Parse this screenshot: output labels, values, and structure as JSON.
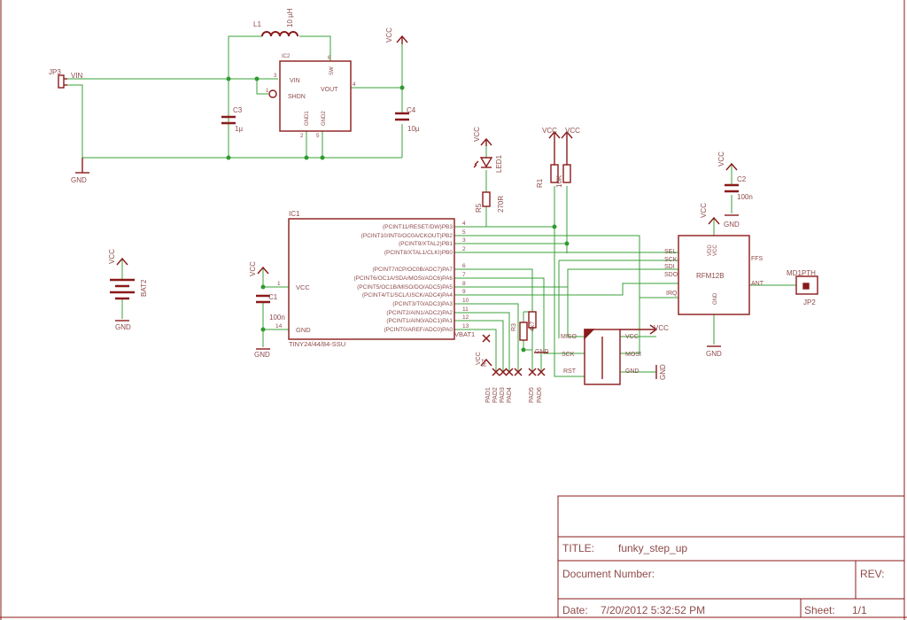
{
  "colors": {
    "part": "#8b1a1a",
    "wire": "#3aa03a",
    "text": "#8f4a4a",
    "junction": "#2f9a2f",
    "frame": "#8b1a1a"
  },
  "labels": {
    "jp3": "JP3",
    "vin_net": "VIN",
    "l1": "L1",
    "l1_val": "10 µH",
    "ic2": "IC2",
    "ic2_vin": "VIN",
    "ic2_shdn": "SHDN",
    "ic2_sw": "SW",
    "ic2_vout": "VOUT",
    "ic2_gnd1": "GND1",
    "ic2_gnd2": "GND2",
    "pin3": "3",
    "pin1": "1",
    "pin6": "6",
    "pin4": "4",
    "pin2": "2",
    "pin5": "5",
    "c3": "C3",
    "c3_val": "1µ",
    "c4": "C4",
    "c4_val": "10µ",
    "vcc": "VCC",
    "gnd": "GND",
    "led1": "LED1",
    "r5": "R5",
    "r5_val": "270R",
    "r1": "R1",
    "r2": "10K",
    "c2": "C2",
    "c2_val": "100n",
    "ic1": "IC1",
    "ic1_pb3": "(PCINT11/RESET/DW)PB3",
    "ic1_pb2": "(PCINT10/INT0/OC0A/CKOUT)PB2",
    "ic1_pb1": "(PCINT9/XTAL2)PB1",
    "ic1_pb0": "(PCINT8/XTAL1/CLKI)PB0",
    "ic1_pa7": "(PCINT7/ICP/OC0B/ADC7)PA7",
    "ic1_pa6": "(PCINT6/OC1A/SDA/MOSI/ADC6)PA6",
    "ic1_pa5": "(PCINT5/OC1B/MISO/DO/ADC5)PA5",
    "ic1_pa4": "(PCINT4/T1/SCL/USCK/ADC4)PA4",
    "ic1_pa3": "(PCINT3/T0/ADC3)PA3",
    "ic1_pa2": "(PCINT2/AIN1/ADC2)PA2",
    "ic1_pa1": "(PCINT1/AIN0/ADC1)PA1",
    "ic1_pa0": "(PCINT0/AREF/ADC0)PA0",
    "ic1_vcc": "VCC",
    "ic1_gnd": "GND",
    "ic1_part": "TINY24/44/84-SSU",
    "p4": "4",
    "p5": "5",
    "p3": "3",
    "p2": "2",
    "p6": "6",
    "p7": "7",
    "p8": "8",
    "p9": "9",
    "p10": "10",
    "p11": "11",
    "p12": "12",
    "p13": "13",
    "p1": "1",
    "p14": "14",
    "vbat1": "VBAT1",
    "c1": "C1",
    "c1_val": "100n",
    "bat2": "BAT2",
    "rfm_name": "RFM12B",
    "rfm_sel": "SEL",
    "rfm_sck": "SCK",
    "rfm_sdi": "SDI",
    "rfm_sdo": "SDO",
    "rfm_irq": "IRQ",
    "rfm_ffs": "FFS",
    "rfm_ant": "ANT",
    "rfm_vdd": "VDD",
    "rfm_vcc": "VCC",
    "rfm_gnd": "GND",
    "md1pth": "MD1PTH",
    "jp2": "JP2",
    "isp_miso": "MISO",
    "isp_vcc": "VCC",
    "isp_sck": "SCK",
    "isp_mosi": "MOSI",
    "isp_rst": "RST",
    "isp_gnd": "GND",
    "r3": "R3",
    "r4": "4k7",
    "r7": "R7",
    "pad1": "PAD1",
    "pad2": "PAD2",
    "pad3": "PAD3",
    "pad4": "PAD4",
    "pad5": "PAD5",
    "pad6": "PAD6"
  },
  "title_block": {
    "title_label": "TITLE:",
    "title_value": "funky_step_up",
    "doc_label": "Document Number:",
    "rev_label": "REV:",
    "date_label": "Date:",
    "date_value": "7/20/2012 5:32:52 PM",
    "sheet_label": "Sheet:",
    "sheet_value": "1/1"
  }
}
